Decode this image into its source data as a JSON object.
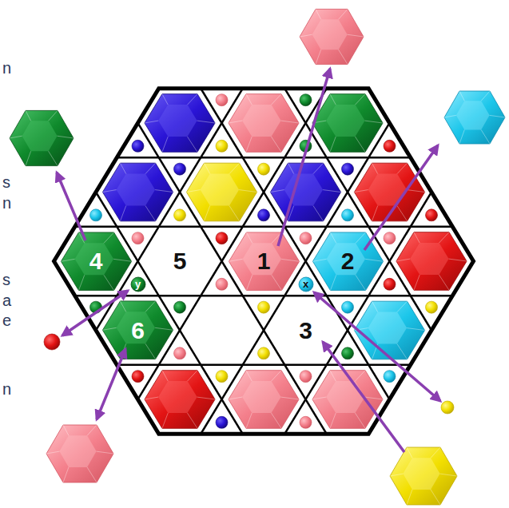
{
  "diagram": {
    "nodes": [
      {
        "text": [
          "4"
        ]
      },
      {
        "text": [
          "5"
        ]
      },
      {
        "text": [
          "1"
        ]
      },
      {
        "text": [
          "2"
        ]
      },
      {
        "text": [
          "y"
        ]
      },
      {
        "text": [
          "x"
        ]
      },
      {
        "text": [
          "6"
        ]
      },
      {
        "text": [
          "3"
        ]
      }
    ],
    "labels": [
      "n",
      "s",
      "n",
      "s",
      "a",
      "e",
      "n"
    ]
  }
}
